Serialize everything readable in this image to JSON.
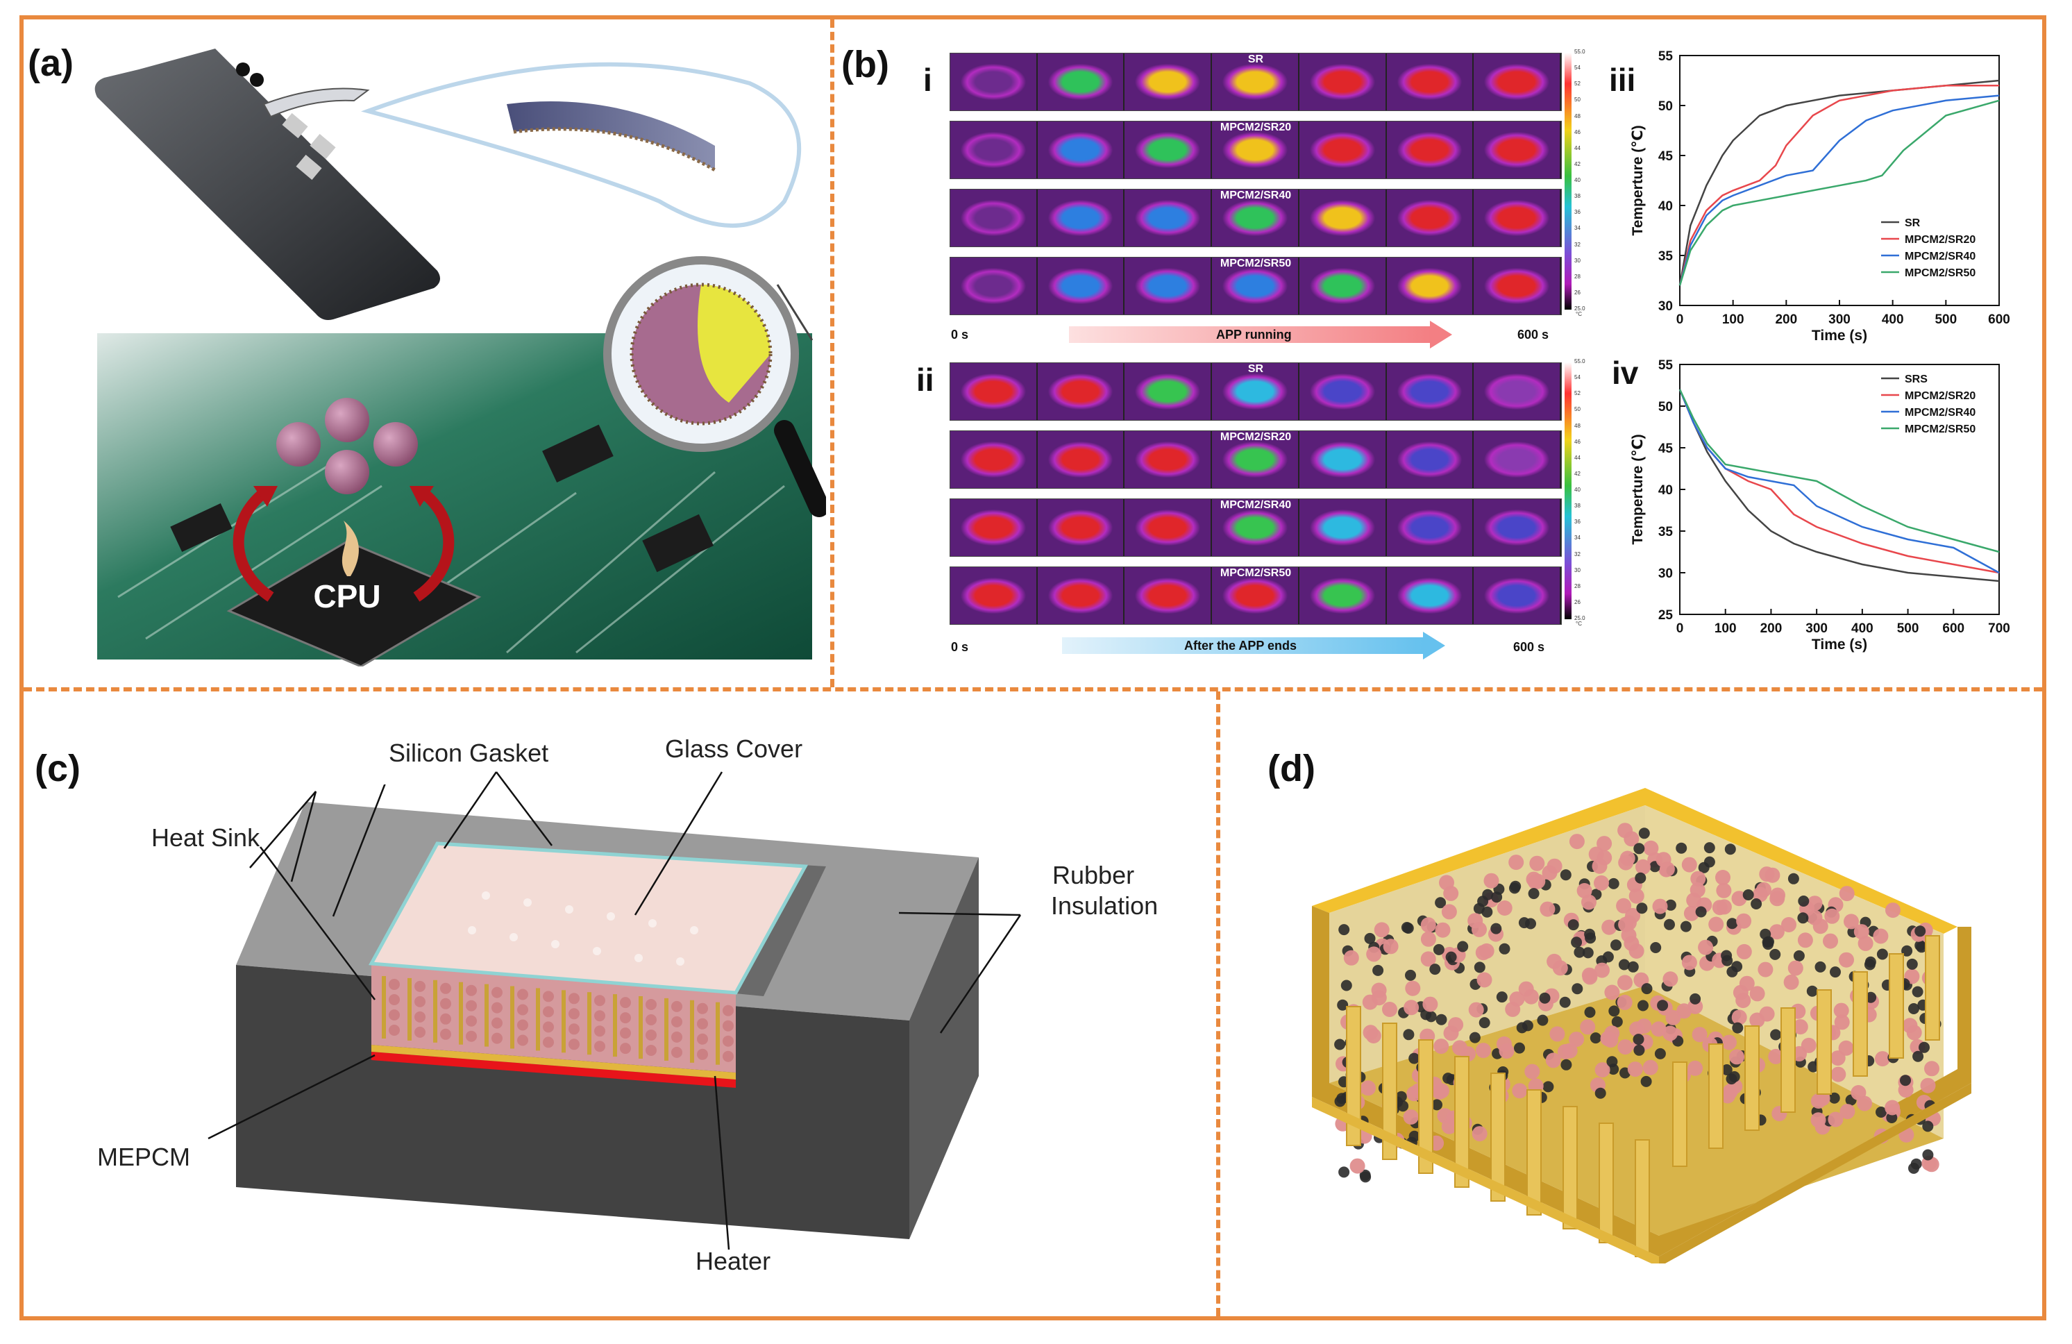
{
  "panels": {
    "a": {
      "label": "(a)",
      "cpu_text": "CPU"
    },
    "b": {
      "label": "(b)",
      "sub_i": "i",
      "sub_ii": "ii",
      "sub_iii": "iii",
      "sub_iv": "iv",
      "heating_rows": [
        "SR",
        "MPCM2/SR20",
        "MPCM2/SR40",
        "MPCM2/SR50"
      ],
      "cooling_rows": [
        "SR",
        "MPCM2/SR20",
        "MPCM2/SR40",
        "MPCM2/SR50"
      ],
      "start_time": "0 s",
      "end_time": "600 s",
      "heating_arrow_label": "APP running",
      "cooling_arrow_label": "After the APP ends",
      "colorbar_ticks": [
        "55.0",
        "54",
        "52",
        "50",
        "48",
        "46",
        "44",
        "42",
        "40",
        "38",
        "36",
        "34",
        "32",
        "30",
        "28",
        "26",
        "25.0"
      ],
      "colorbar_unit": "°C"
    },
    "c": {
      "label": "(c)",
      "silicon_gasket": "Silicon Gasket",
      "glass_cover": "Glass Cover",
      "heat_sink": "Heat Sink",
      "rubber_line1": "Rubber",
      "rubber_line2": "Insulation",
      "mepcm": "MEPCM",
      "heater": "Heater"
    },
    "d": {
      "label": "(d)"
    }
  },
  "chart_data": [
    {
      "type": "line",
      "panel": "iii",
      "xlabel": "Time (s)",
      "ylabel": "Temperture (℃)",
      "xlim": [
        0,
        600
      ],
      "ylim": [
        30,
        55
      ],
      "xticks": [
        0,
        100,
        200,
        300,
        400,
        500,
        600
      ],
      "yticks": [
        30,
        35,
        40,
        45,
        50,
        55
      ],
      "legend_position": "bottom-right",
      "series": [
        {
          "name": "SR",
          "color": "#444444",
          "x": [
            0,
            20,
            50,
            80,
            100,
            150,
            200,
            250,
            300,
            400,
            500,
            600
          ],
          "y": [
            32,
            38,
            42,
            45,
            46.5,
            49,
            50,
            50.5,
            51,
            51.5,
            52,
            52.5
          ]
        },
        {
          "name": "MPCM2/SR20",
          "color": "#e8474c",
          "x": [
            0,
            20,
            50,
            80,
            100,
            150,
            180,
            200,
            250,
            300,
            400,
            500,
            600
          ],
          "y": [
            32,
            36.5,
            39.5,
            41,
            41.5,
            42.5,
            44,
            46,
            49,
            50.5,
            51.5,
            52,
            52
          ]
        },
        {
          "name": "MPCM2/SR40",
          "color": "#2f6fd6",
          "x": [
            0,
            20,
            50,
            80,
            100,
            150,
            200,
            250,
            300,
            350,
            400,
            500,
            600
          ],
          "y": [
            32,
            36,
            39,
            40.5,
            41,
            42,
            43,
            43.5,
            46.5,
            48.5,
            49.5,
            50.5,
            51
          ]
        },
        {
          "name": "MPCM2/SR50",
          "color": "#3aa86b",
          "x": [
            0,
            20,
            50,
            80,
            100,
            150,
            200,
            250,
            300,
            350,
            380,
            420,
            500,
            600
          ],
          "y": [
            32,
            35.5,
            38,
            39.5,
            40,
            40.5,
            41,
            41.5,
            42,
            42.5,
            43,
            45.5,
            49,
            50.5
          ]
        }
      ]
    },
    {
      "type": "line",
      "panel": "iv",
      "xlabel": "Time (s)",
      "ylabel": "Temperture (℃)",
      "xlim": [
        0,
        700
      ],
      "ylim": [
        25,
        55
      ],
      "xticks": [
        0,
        100,
        200,
        300,
        400,
        500,
        600,
        700
      ],
      "yticks": [
        25,
        30,
        35,
        40,
        45,
        50,
        55
      ],
      "legend_position": "top-right",
      "series": [
        {
          "name": "SRS",
          "color": "#444444",
          "x": [
            0,
            30,
            60,
            100,
            150,
            200,
            250,
            300,
            400,
            500,
            600,
            700
          ],
          "y": [
            52,
            48,
            44.5,
            41,
            37.5,
            35,
            33.5,
            32.5,
            31,
            30,
            29.5,
            29
          ]
        },
        {
          "name": "MPCM2/SR20",
          "color": "#e8474c",
          "x": [
            0,
            30,
            60,
            100,
            150,
            200,
            250,
            300,
            400,
            500,
            600,
            700
          ],
          "y": [
            52,
            48,
            45,
            42.5,
            41,
            40,
            37,
            35.5,
            33.5,
            32,
            31,
            30
          ]
        },
        {
          "name": "MPCM2/SR40",
          "color": "#2f6fd6",
          "x": [
            0,
            30,
            60,
            100,
            150,
            200,
            250,
            300,
            400,
            500,
            600,
            650,
            700
          ],
          "y": [
            52,
            48,
            45,
            42.5,
            41.5,
            41,
            40.5,
            38,
            35.5,
            34,
            33,
            31.5,
            30
          ]
        },
        {
          "name": "MPCM2/SR50",
          "color": "#3aa86b",
          "x": [
            0,
            30,
            60,
            100,
            150,
            200,
            250,
            300,
            350,
            400,
            500,
            600,
            700
          ],
          "y": [
            52,
            48.5,
            45.5,
            43,
            42.5,
            42,
            41.5,
            41,
            39.5,
            38,
            35.5,
            34,
            32.5
          ]
        }
      ]
    }
  ]
}
